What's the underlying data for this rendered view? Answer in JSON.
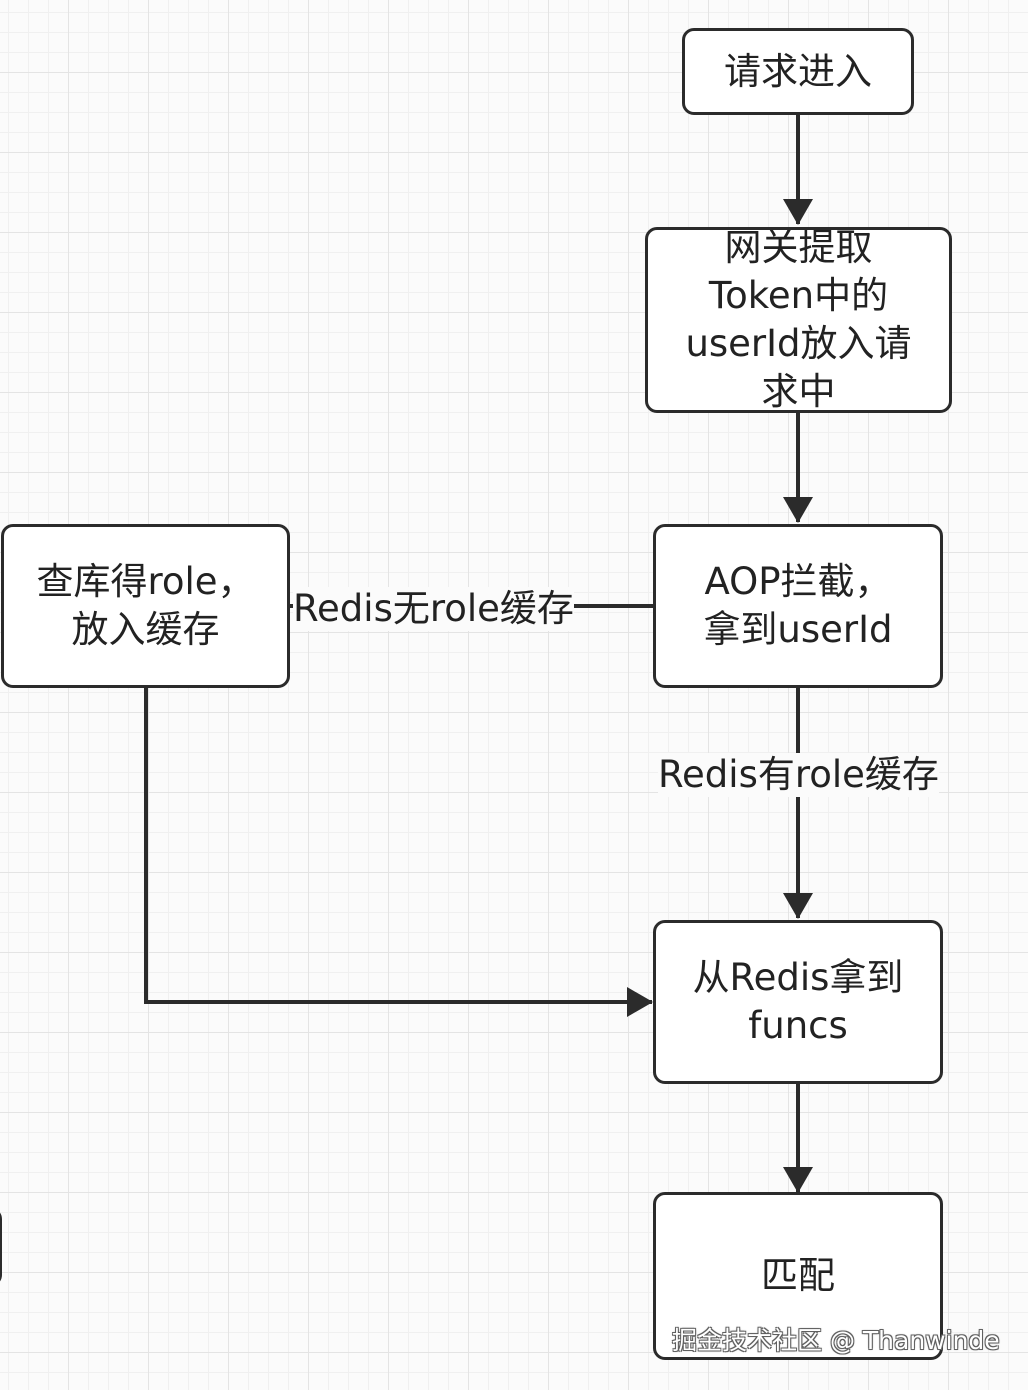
{
  "nodes": {
    "request_in": "请求进入",
    "gateway": "网关提取\nToken中的\nuserId放入请\n求中",
    "aop": "AOP拦截，\n拿到userId",
    "query_db": "查库得role，\n放入缓存",
    "get_funcs": "从Redis拿到\nfuncs",
    "match": "匹配"
  },
  "edges": {
    "no_cache": "Redis无role缓存",
    "has_cache": "Redis有role缓存"
  },
  "watermark": "掘金技术社区 @ Thanwinde",
  "colors": {
    "stroke": "#2b2b2b",
    "grid": "#e4e4e4",
    "background": "#fbfbfb"
  }
}
